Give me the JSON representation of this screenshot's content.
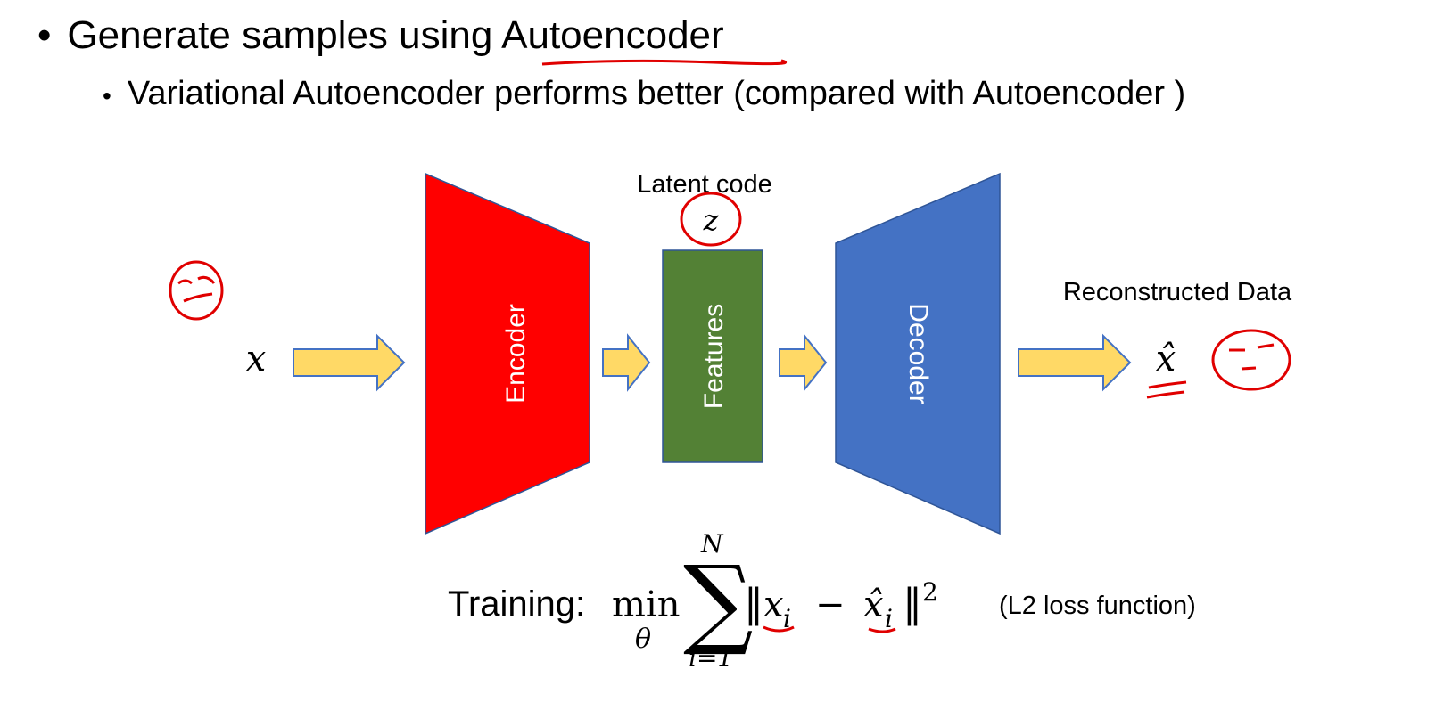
{
  "bullets": {
    "main": "Generate samples using Autoencoder",
    "main_prefix": "Generate samples using ",
    "main_highlight": "Autoencoder",
    "sub": "Variational Autoencoder performs better (compared with Autoencoder )"
  },
  "diagram": {
    "input_symbol": "x",
    "encoder_label": "Encoder",
    "features_label": "Features",
    "decoder_label": "Decoder",
    "latent_label": "Latent code",
    "latent_symbol": "z",
    "output_label": "Reconstructed Data",
    "output_symbol": "x̂"
  },
  "formula": {
    "prefix": "Training:",
    "min": "min",
    "min_sub": "θ",
    "sum_upper": "N",
    "sum_lower": "i=1",
    "norm_open": "‖",
    "x_i": "x",
    "sub_i": "i",
    "minus": "−",
    "xhat_i": "x̂",
    "norm_close": "‖",
    "power": "2",
    "note": "(L2 loss function)"
  },
  "colors": {
    "encoder": "#ff0000",
    "features": "#538135",
    "decoder": "#4472c4",
    "arrow_fill": "#ffd966",
    "arrow_stroke": "#4472c4",
    "annotation": "#e00000"
  }
}
